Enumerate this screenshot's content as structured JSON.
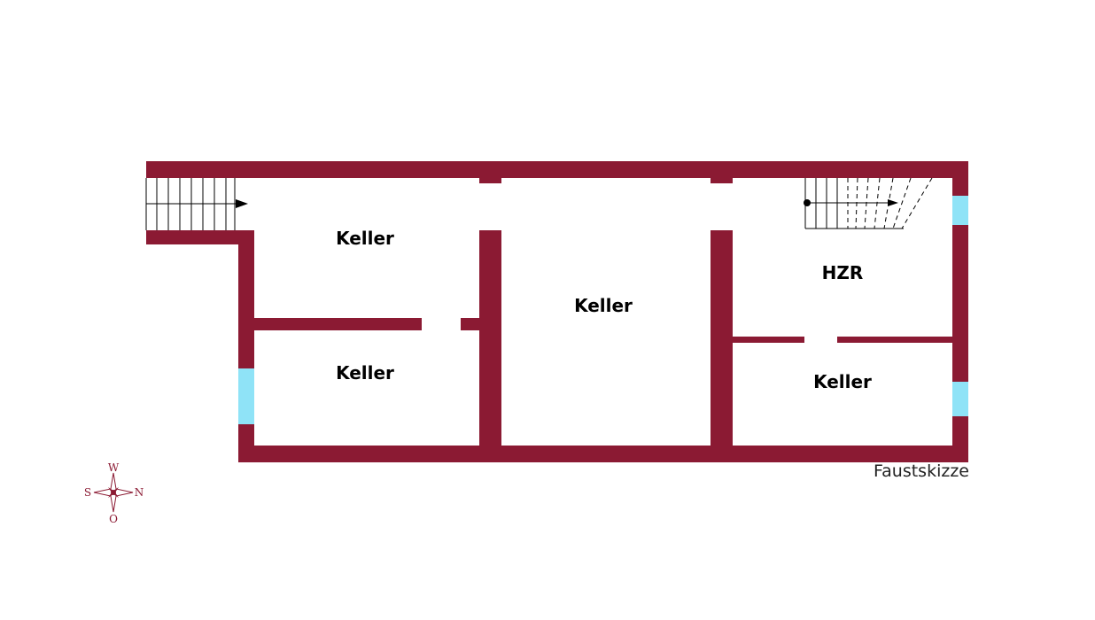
{
  "colors": {
    "wall": "#8b1a33",
    "window": "#8fe3f7",
    "compass": "#8b1a33"
  },
  "rooms": [
    {
      "id": "keller-top-left",
      "label": "Keller"
    },
    {
      "id": "keller-bottom-left",
      "label": "Keller"
    },
    {
      "id": "keller-center",
      "label": "Keller"
    },
    {
      "id": "hzr",
      "label": "HZR"
    },
    {
      "id": "keller-bottom-right",
      "label": "Keller"
    }
  ],
  "caption": "Faustskizze",
  "compass": {
    "north": "N",
    "south": "S",
    "west": "W",
    "east": "O"
  }
}
